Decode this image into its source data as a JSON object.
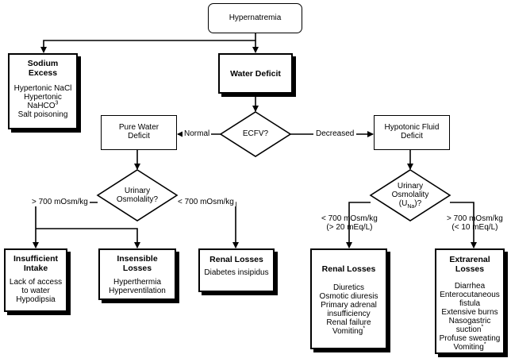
{
  "root": "Hypernatremia",
  "sodium_excess": {
    "title": "Sodium Excess",
    "lines": [
      "Hypertonic NaCl",
      "Hypertonic",
      "NaHCO"
    ],
    "nahco_sup": "3",
    "last": "Salt poisoning"
  },
  "water_deficit": "Water Deficit",
  "ecfv": "ECFV?",
  "pure_water": [
    "Pure Water",
    "Deficit"
  ],
  "hypotonic": [
    "Hypotonic Fluid",
    "Deficit"
  ],
  "edge_normal": "Normal",
  "edge_decreased": "Decreased",
  "urinary_osm_left": [
    "Urinary",
    "Osmolality?"
  ],
  "urinary_osm_right": {
    "l1": "Urinary",
    "l2": "Osmolality",
    "paren_open": "(U",
    "sub": "Na",
    "paren_close": ")?"
  },
  "edge_gt700": "> 700 mOsm/kg",
  "edge_lt700": "< 700 mOsm/kg",
  "edge_right_lt": [
    "< 700 mOsm/kg",
    "(> 20 mEq/L)"
  ],
  "edge_right_gt": [
    "> 700 mOsm/kg",
    "(< 10 mEq/L)"
  ],
  "insufficient": {
    "title": [
      "Insufficient",
      "Intake"
    ],
    "lines": [
      "Lack of access",
      "to water",
      "Hypodipsia"
    ]
  },
  "insensible": {
    "title": [
      "Insensible",
      "Losses"
    ],
    "lines": [
      "Hyperthermia",
      "Hyperventilation"
    ]
  },
  "renal_left": {
    "title": "Renal Losses",
    "lines": [
      "Diabetes insipidus"
    ]
  },
  "renal_right": {
    "title": "Renal Losses",
    "lines": [
      "Diuretics",
      "Osmotic diuresis",
      "Primary adrenal",
      "insufficiency",
      "Renal failure"
    ],
    "vomit": "Vomiting",
    "vomit_mark": "*"
  },
  "extrarenal": {
    "title": [
      "Extrarenal",
      "Losses"
    ],
    "lines": [
      "Diarrhea",
      "Enterocutaneous",
      "fistula",
      "Extensive burns",
      "Nasogastric"
    ],
    "suction": "suction",
    "sweat": "Profuse sweating",
    "vomit": "Vomiting",
    "mark": "*"
  }
}
